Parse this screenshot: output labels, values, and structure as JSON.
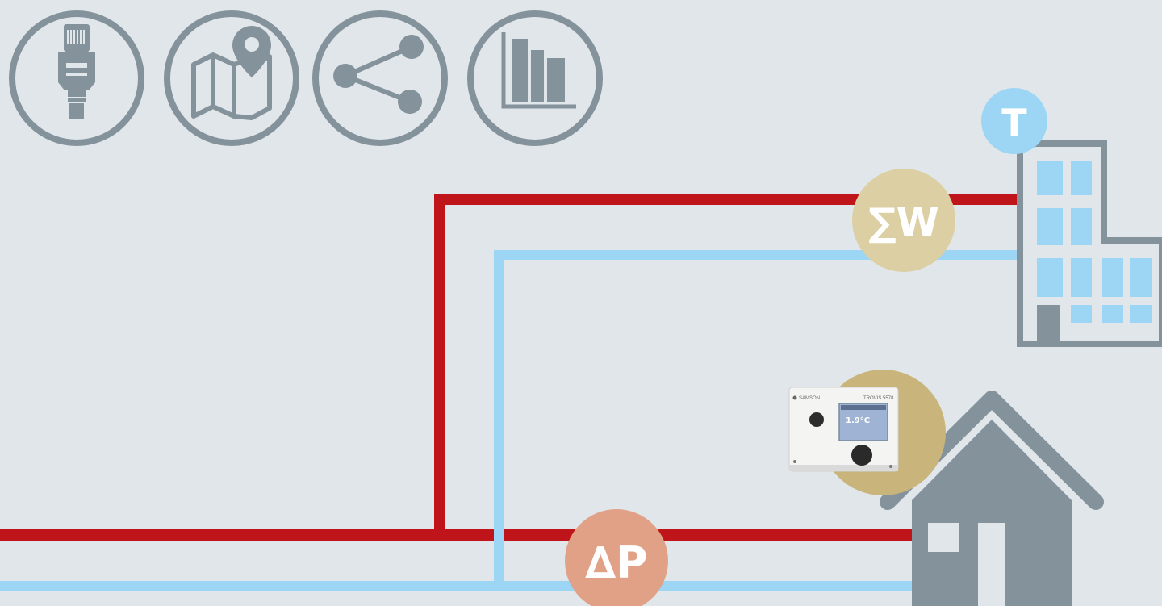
{
  "colors": {
    "background": "#e1e6ea",
    "supply_pipe": "#c0141b",
    "return_pipe": "#9cd6f4",
    "icon_gray": "#84929b",
    "energy_badge": "#dbcfa3",
    "pressure_badge": "#e1a187",
    "temperature_badge": "#9cd6f4",
    "controller_halo": "#c9b57c"
  },
  "top_icons": [
    {
      "name": "ethernet-plug-icon"
    },
    {
      "name": "map-pin-icon"
    },
    {
      "name": "share-icon"
    },
    {
      "name": "bar-chart-icon"
    }
  ],
  "badges": {
    "energy": "∑W",
    "pressure": "∆P",
    "temperature": "T"
  },
  "controller": {
    "brand": "SAMSON",
    "model": "TROVIS 5578",
    "display": "1.9°C"
  }
}
